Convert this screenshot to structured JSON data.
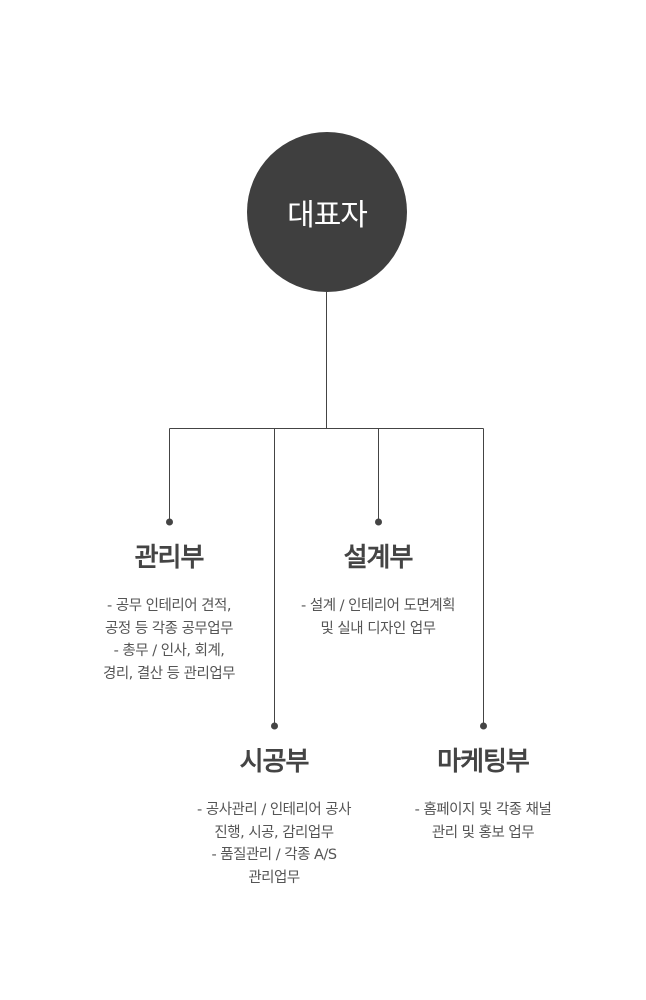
{
  "ceo": {
    "label": "대표자"
  },
  "colors": {
    "circle": "#3f3f3f",
    "line": "#444444",
    "title": "#444444",
    "text": "#555555"
  },
  "departments": [
    {
      "name": "관리부",
      "desc": [
        "- 공무 인테리어 견적,",
        "공정 등 각종 공무업무",
        "- 총무 / 인사, 회계,",
        "경리, 결산 등 관리업무"
      ]
    },
    {
      "name": "설계부",
      "desc": [
        "- 설계 / 인테리어 도면계획",
        "및 실내 디자인 업무"
      ]
    },
    {
      "name": "시공부",
      "desc": [
        "- 공사관리 / 인테리어 공사",
        "진행, 시공, 감리업무",
        "- 품질관리 / 각종 A/S",
        "관리업무"
      ]
    },
    {
      "name": "마케팅부",
      "desc": [
        "- 홈페이지 및 각종 채널",
        "관리 및 홍보 업무"
      ]
    }
  ]
}
